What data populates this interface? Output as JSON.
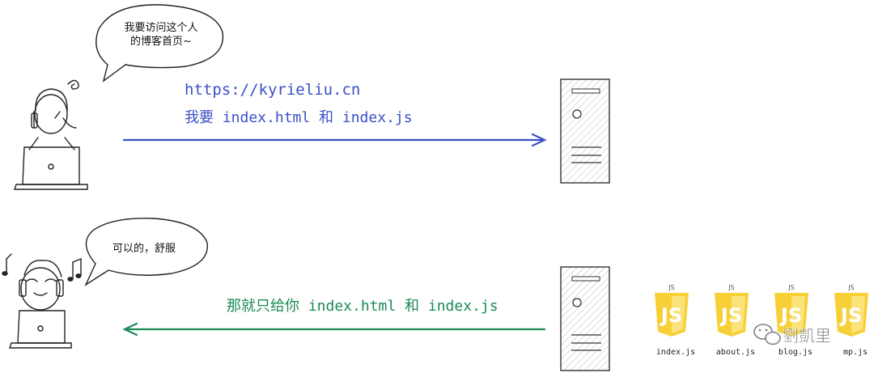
{
  "request": {
    "speech": [
      "我要访问这个人",
      "的博客首页~"
    ],
    "url": "https://kyrieliu.cn",
    "ask": "我要 index.html 和 index.js",
    "color": "#3b4fc6"
  },
  "response": {
    "speech": "可以的，舒服",
    "reply": "那就只给你 index.html 和 index.js",
    "color": "#1a8a55"
  },
  "files": [
    {
      "badge": "JS",
      "logo": "JS",
      "name": "index.js"
    },
    {
      "badge": "JS",
      "logo": "JS",
      "name": "about.js"
    },
    {
      "badge": "JS",
      "logo": "JS",
      "name": "blog.js"
    },
    {
      "badge": "JS",
      "logo": "JS",
      "name": "mp.js"
    }
  ],
  "watermark": {
    "icon": "wechat-icon",
    "text": "劉凱里"
  },
  "js_color": "#f7d038"
}
